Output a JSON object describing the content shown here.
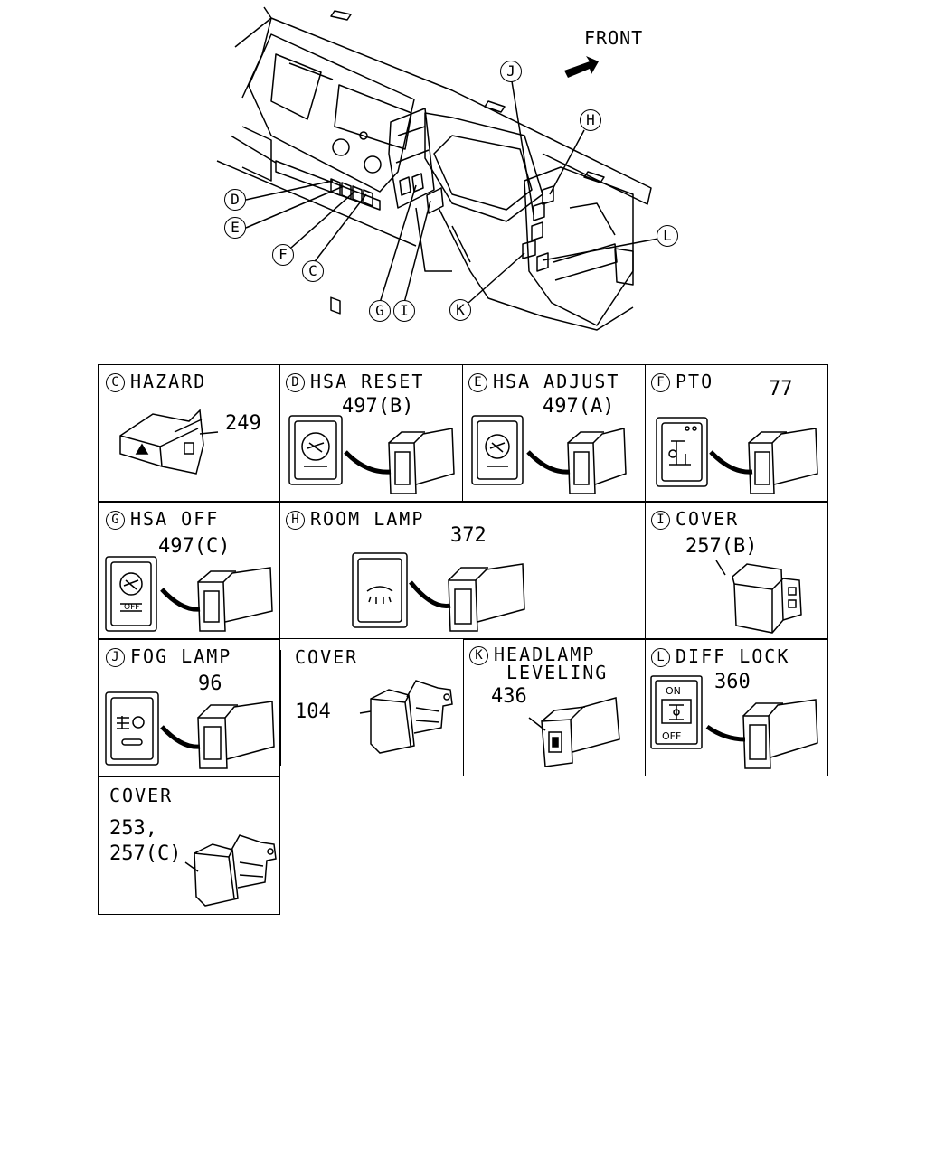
{
  "overview": {
    "front_label": "FRONT",
    "callouts": [
      {
        "id": "J",
        "label": "J"
      },
      {
        "id": "H",
        "label": "H"
      },
      {
        "id": "L",
        "label": "L"
      },
      {
        "id": "D",
        "label": "D"
      },
      {
        "id": "E",
        "label": "E"
      },
      {
        "id": "F",
        "label": "F"
      },
      {
        "id": "C",
        "label": "C"
      },
      {
        "id": "G",
        "label": "G"
      },
      {
        "id": "I",
        "label": "I"
      },
      {
        "id": "K",
        "label": "K"
      }
    ]
  },
  "cells": [
    {
      "letter": "C",
      "title": "HAZARD",
      "part": "249"
    },
    {
      "letter": "D",
      "title": "HSA RESET",
      "part": "497(B)"
    },
    {
      "letter": "E",
      "title": "HSA ADJUST",
      "part": "497(A)"
    },
    {
      "letter": "F",
      "title": "PTO",
      "part": "77"
    },
    {
      "letter": "G",
      "title": "HSA OFF",
      "part": "497(C)",
      "icon_text": "OFF"
    },
    {
      "letter": "H",
      "title": "ROOM LAMP",
      "part": "372"
    },
    {
      "letter": "I",
      "title": "COVER",
      "part": "257(B)"
    },
    {
      "letter": "J",
      "title": "FOG LAMP",
      "part": "96"
    },
    {
      "letter": "",
      "title": "COVER",
      "part": "104"
    },
    {
      "letter": "K",
      "title": "HEADLAMP",
      "title2": "LEVELING",
      "part": "436"
    },
    {
      "letter": "L",
      "title": "DIFF LOCK",
      "part": "360",
      "icon_on": "ON",
      "icon_off": "OFF"
    },
    {
      "letter": "",
      "title": "COVER",
      "part": "253,",
      "part2": "257(C)"
    }
  ]
}
